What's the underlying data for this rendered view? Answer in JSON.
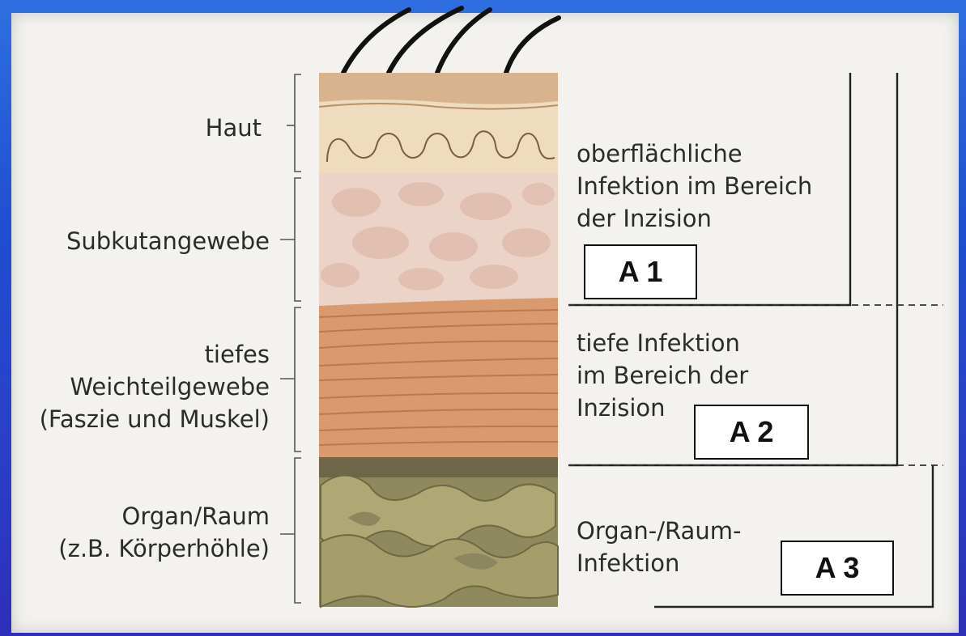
{
  "layers_left": [
    {
      "label": "Haut"
    },
    {
      "label": "Subkutangewebe"
    },
    {
      "label": "tiefes\nWeichteilgewebe\n(Faszie und Muskel)"
    },
    {
      "label": "Organ/Raum\n(z.B. Körperhöhle)"
    }
  ],
  "infections_right": [
    {
      "text": "oberflächliche\nInfektion im Bereich\nder Inzision",
      "code": "A 1"
    },
    {
      "text": "tiefe Infektion\nim Bereich der\nInzision",
      "code": "A 2"
    },
    {
      "text": "Organ-/Raum-\nInfektion",
      "code": "A 3"
    }
  ],
  "colors": {
    "frame": "#2a4fd0",
    "skin_top": "#d8b48e",
    "dermis": "#efd6b5",
    "subcutis": "#ecd2c6",
    "muscle": "#d99468",
    "organ": "#a39c6e"
  }
}
